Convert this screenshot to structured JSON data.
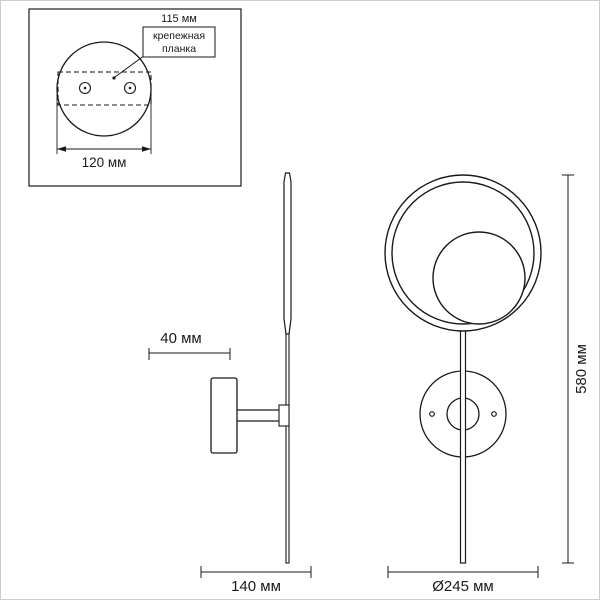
{
  "page": {
    "background": "#ffffff",
    "line_color": "#1a1a1a"
  },
  "inset": {
    "hole_spacing": "115 мм",
    "bracket_line1": "крепежная",
    "bracket_line2": "планка",
    "plate_diameter": "120 мм"
  },
  "side_view": {
    "mount_depth": "40 мм",
    "total_depth": "140 мм"
  },
  "front_view": {
    "height": "580 мм",
    "diameter": "Ø245 мм"
  }
}
